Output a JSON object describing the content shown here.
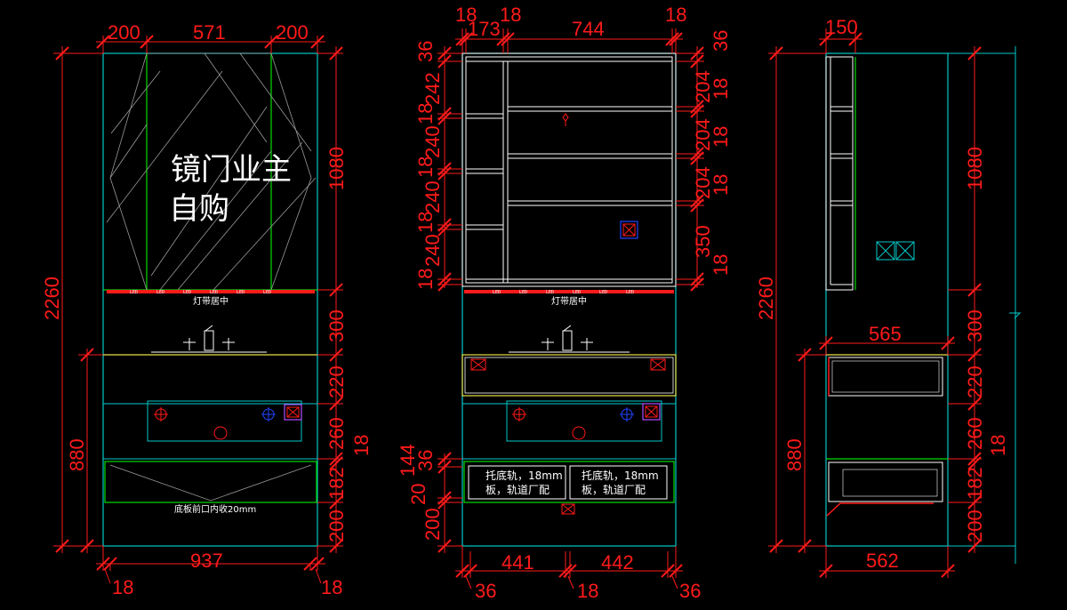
{
  "colors": {
    "dimension": "#ff1a1a",
    "cabinet": "#00c8c8",
    "mirror": "#00dd00",
    "drawer_edge": "#e8e04a",
    "fixture": "#ffffff",
    "blue_symbol": "#2244ff",
    "socket": "#b04dff",
    "background": "#000000"
  },
  "notes": {
    "mirror_door": "镜门业主",
    "self_purchase": "自购",
    "led_strip_left": "灯带居中",
    "led_strip_mid": "灯带居中",
    "bottom_board": "底板前口内收20mm",
    "tray_rail_a_1": "托底轨，18mm",
    "tray_rail_a_2": "板，轨道厂配",
    "tray_rail_b_1": "托底轨，18mm",
    "tray_rail_b_2": "板，轨道厂配",
    "led_label": "LED"
  },
  "left_view": {
    "top": [
      "200",
      "571",
      "200"
    ],
    "bottom_total": "937",
    "bottom_left": "18",
    "bottom_right": "18",
    "total_height": "2260",
    "lower_height": "880",
    "right_stack": [
      "1080",
      "300",
      "220",
      "260",
      "18",
      "182",
      "200"
    ]
  },
  "middle_view": {
    "top": [
      "18",
      "18",
      "744",
      "18"
    ],
    "top_sub": "173",
    "top_right": "36",
    "left_stack": [
      "36",
      "242",
      "18",
      "240",
      "18",
      "240",
      "18",
      "240",
      "18"
    ],
    "left_lower": [
      "144",
      "36",
      "20",
      "200"
    ],
    "right_stack": [
      "204",
      "18",
      "204",
      "18",
      "204",
      "18",
      "350",
      "18"
    ],
    "bottom": [
      "441",
      "442"
    ],
    "bottom_small": [
      "36",
      "18",
      "36"
    ]
  },
  "right_view": {
    "top": "150",
    "total_height": "2260",
    "lower_height": "880",
    "drawer_width": "565",
    "bottom_width": "562",
    "right_stack": [
      "1080",
      "300",
      "220",
      "260",
      "18",
      "182",
      "200"
    ]
  }
}
